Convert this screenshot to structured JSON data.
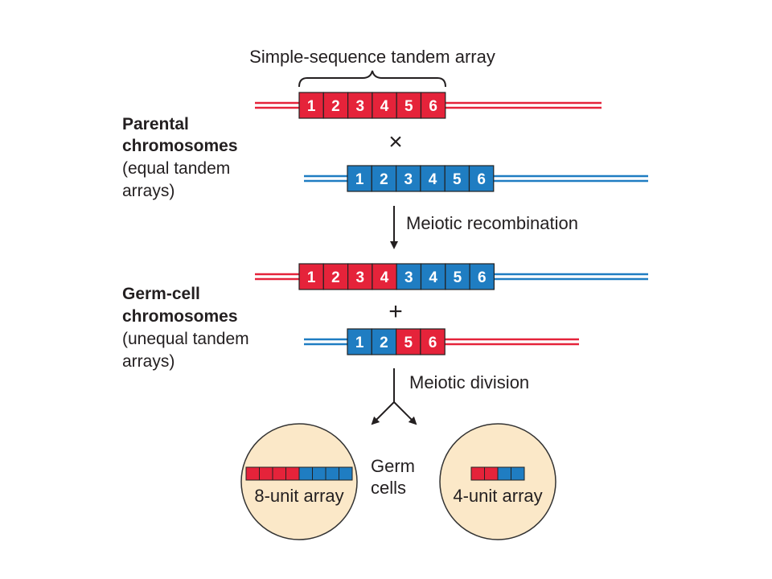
{
  "colors": {
    "red": "#e5233a",
    "blue": "#1f7dc2",
    "box_stroke": "#222222",
    "cell_fill": "#fbe8c8",
    "cell_stroke": "#333333",
    "text": "#231f20"
  },
  "array_label": "Simple-sequence tandem array",
  "cross_symbol": "×",
  "plus_symbol": "+",
  "parental": {
    "title_line1": "Parental",
    "title_line2": "chromosomes",
    "sub_line1": "(equal tandem",
    "sub_line2": "arrays)",
    "chrom1": {
      "numbers": [
        "1",
        "2",
        "3",
        "4",
        "5",
        "6"
      ],
      "colors": [
        "red",
        "red",
        "red",
        "red",
        "red",
        "red"
      ]
    },
    "chrom2": {
      "numbers": [
        "1",
        "2",
        "3",
        "4",
        "5",
        "6"
      ],
      "colors": [
        "blue",
        "blue",
        "blue",
        "blue",
        "blue",
        "blue"
      ]
    }
  },
  "step1_label": "Meiotic recombination",
  "germ": {
    "title_line1": "Germ-cell",
    "title_line2": "chromosomes",
    "sub_line1": "(unequal tandem",
    "sub_line2": "arrays)",
    "chrom1": {
      "numbers": [
        "1",
        "2",
        "3",
        "4",
        "3",
        "4",
        "5",
        "6"
      ],
      "colors": [
        "red",
        "red",
        "red",
        "red",
        "blue",
        "blue",
        "blue",
        "blue"
      ]
    },
    "chrom2": {
      "numbers": [
        "1",
        "2",
        "5",
        "6"
      ],
      "colors": [
        "blue",
        "blue",
        "red",
        "red"
      ]
    }
  },
  "step2_label": "Meiotic division",
  "cells": {
    "label_line1": "Germ",
    "label_line2": "cells",
    "left": {
      "caption": "8-unit array",
      "colors": [
        "red",
        "red",
        "red",
        "red",
        "blue",
        "blue",
        "blue",
        "blue"
      ]
    },
    "right": {
      "caption": "4-unit array",
      "colors": [
        "red",
        "red",
        "blue",
        "blue"
      ]
    }
  }
}
